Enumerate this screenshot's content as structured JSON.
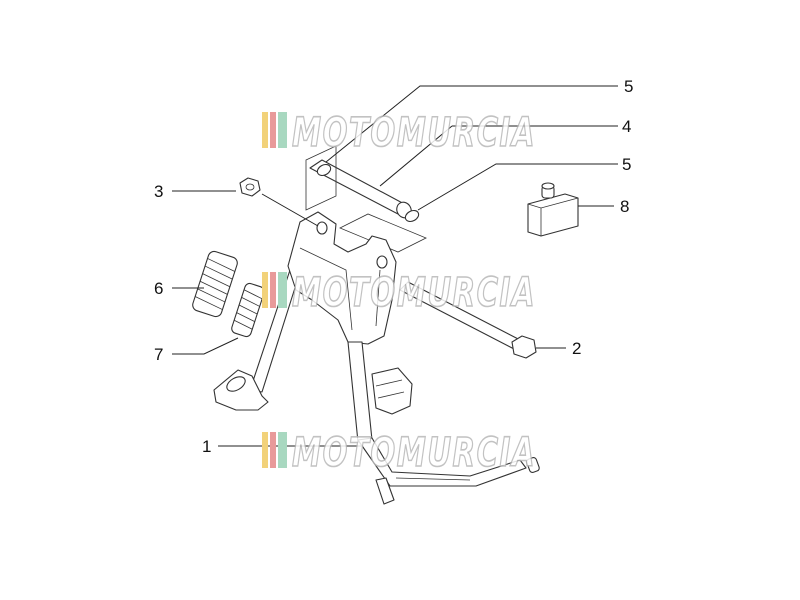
{
  "diagram": {
    "callouts": [
      {
        "id": "c5a",
        "label": "5"
      },
      {
        "id": "c4",
        "label": "4"
      },
      {
        "id": "c5b",
        "label": "5"
      },
      {
        "id": "c3",
        "label": "3"
      },
      {
        "id": "c8",
        "label": "8"
      },
      {
        "id": "c6",
        "label": "6"
      },
      {
        "id": "c2",
        "label": "2"
      },
      {
        "id": "c7",
        "label": "7"
      },
      {
        "id": "c1",
        "label": "1"
      }
    ]
  },
  "watermark": {
    "text": "MOTOMURCIA",
    "stripe_colors": [
      "#f2d27a",
      "#e89a9a",
      "#a8d8c0"
    ],
    "outline_color": "#b8b8b8"
  }
}
